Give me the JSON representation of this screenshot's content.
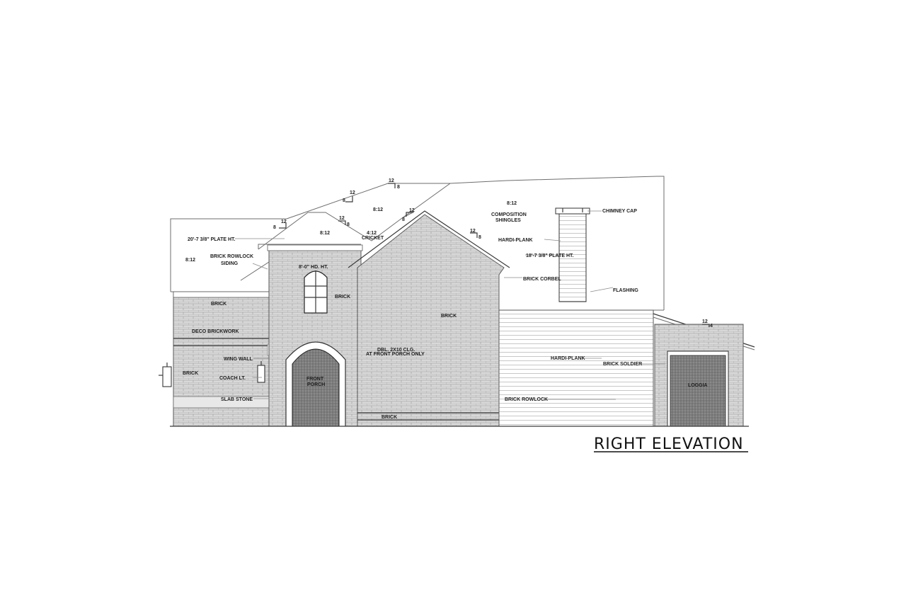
{
  "title": "RIGHT ELEVATION",
  "slopes": {
    "s1_rise": "12",
    "s1_run": "8",
    "s2_rise": "12",
    "s2_run": "8",
    "s3_rise": "12",
    "s3_run": "8",
    "s4_rise": "12",
    "s4_run": "8",
    "s5_rise": "12",
    "s5_run": "8",
    "s6_rise": "12",
    "s6_run": "8",
    "s7_rise": "12",
    "s7_run": "4"
  },
  "labels": {
    "plate_left": "20'-7 3/8\" PLATE HT.",
    "pitch_812_a": "8:12",
    "pitch_812_b": "8:12",
    "pitch_812_c": "8:12",
    "pitch_812_d": "8:12",
    "pitch_412": "4:12",
    "cricket": "CRICKET",
    "comp_shingles_1": "COMPOSITION",
    "comp_shingles_2": "SHINGLES",
    "chimney_cap": "CHIMNEY CAP",
    "hardi_plank_upper": "HARDI-PLANK",
    "plate_right": "18'-7 3/8\" PLATE HT.",
    "brick_rowlock_top": "BRICK ROWLOCK",
    "siding": "SIDING",
    "hd_ht": "8'-0\" HD. HT.",
    "brick_corbel": "BRICK CORBEL",
    "flashing": "FLASHING",
    "brick_left": "BRICK",
    "brick_tower": "BRICK",
    "brick_main": "BRICK",
    "deco_brickwork": "DECO BRICKWORK",
    "dbl_clg_1": "DBL. 2X10 CLG.",
    "dbl_clg_2": "AT FRONT PORCH ONLY",
    "wing_wall": "WING WALL",
    "hardi_plank_lower": "HARDI-PLANK",
    "brick_soldier": "BRICK SOLDIER",
    "brick_wing": "BRICK",
    "coach_lt": "COACH LT.",
    "front_porch_1": "FRONT",
    "front_porch_2": "PORCH",
    "loggia": "LOGGIA",
    "slab_stone": "SLAB STONE",
    "brick_rowlock_bottom": "BRICK ROWLOCK",
    "brick_base": "BRICK"
  },
  "colors": {
    "line": "#6e6e6e",
    "brick_fill": "#d4d4d4",
    "brick_mortar": "#9a9a9a",
    "porch_fill": "#7a7a7a"
  }
}
